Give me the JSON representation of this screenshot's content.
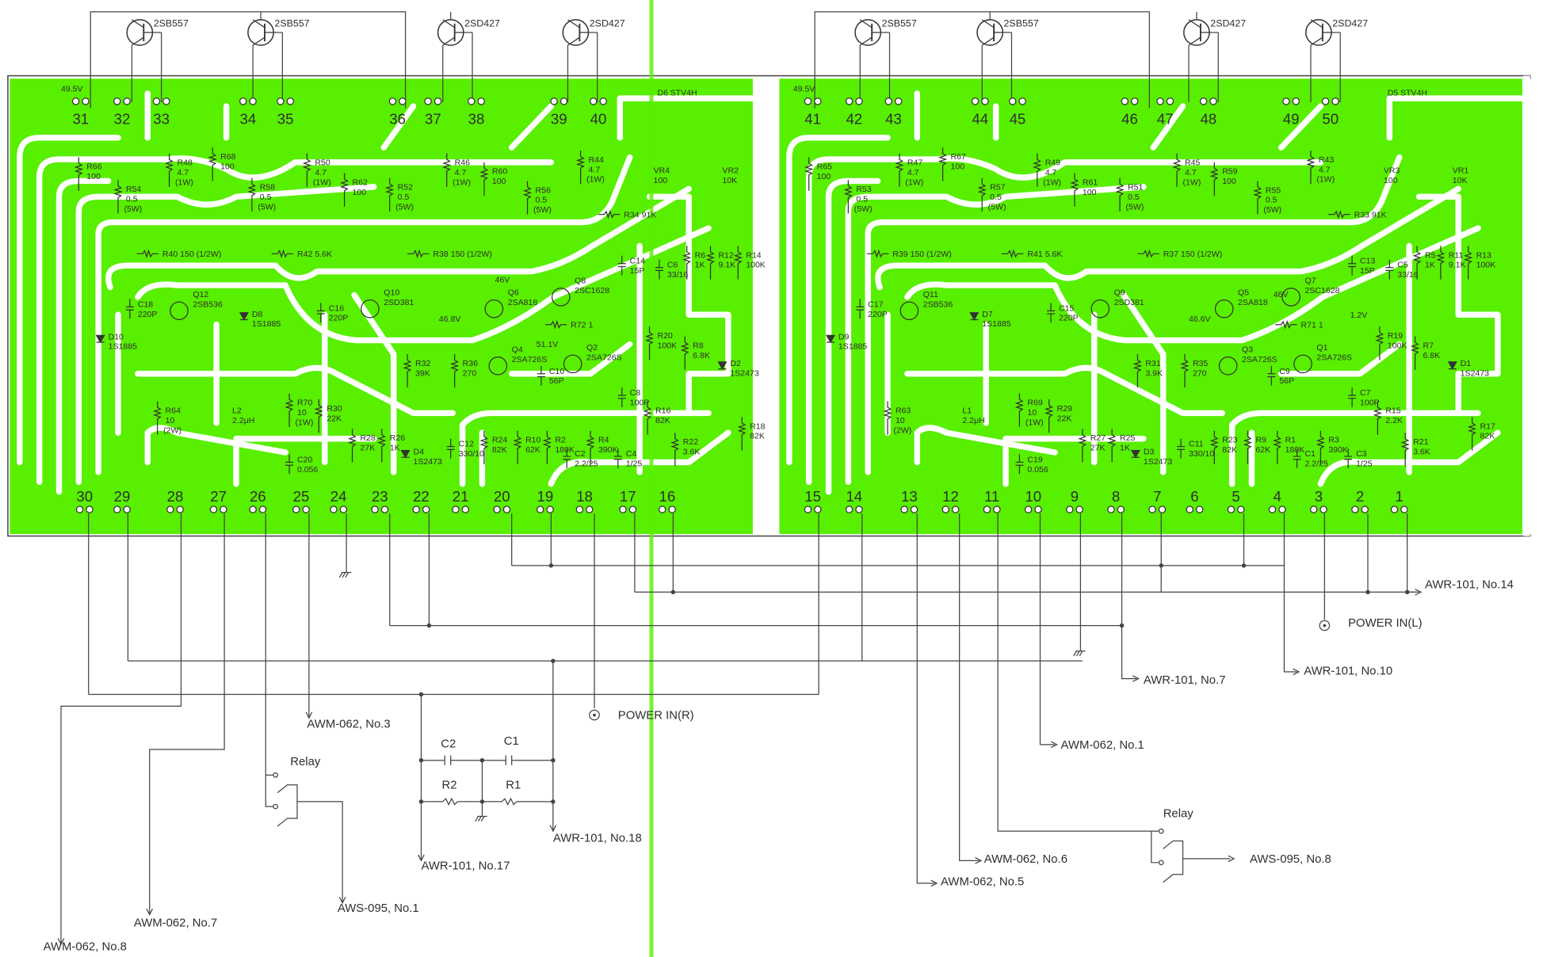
{
  "colors": {
    "copper": "#58ef00",
    "ink": "#333333",
    "board_edge": "#444444"
  },
  "top_transistors": {
    "left": [
      "2SB557",
      "2SB557",
      "2SD427",
      "2SD427"
    ],
    "right": [
      "2SB557",
      "2SB557",
      "2SD427",
      "2SD427"
    ]
  },
  "pins": {
    "top_left": [
      "31",
      "32",
      "33",
      "34",
      "35",
      "36",
      "37",
      "38",
      "39",
      "40"
    ],
    "top_right": [
      "41",
      "42",
      "43",
      "44",
      "45",
      "46",
      "47",
      "48",
      "49",
      "50"
    ],
    "bottom_left": [
      "30",
      "29",
      "28",
      "27",
      "26",
      "25",
      "24",
      "23",
      "22",
      "21",
      "20",
      "19",
      "18",
      "17",
      "16"
    ],
    "bottom_right": [
      "15",
      "14",
      "13",
      "12",
      "11",
      "10",
      "9",
      "8",
      "7",
      "6",
      "5",
      "4",
      "3",
      "2",
      "1"
    ]
  },
  "voltages_left": [
    "49.5V",
    "46V",
    "46.8V",
    "51.1V"
  ],
  "voltages_right": [
    "49.5V",
    "46V",
    "46.6V",
    "1.2V"
  ],
  "components_left": [
    {
      "ref": "R66",
      "value": "100"
    },
    {
      "ref": "R54",
      "value": "0.5",
      "extra": "(5W)"
    },
    {
      "ref": "R48",
      "value": "4.7",
      "extra": "(1W)"
    },
    {
      "ref": "R68",
      "value": "100"
    },
    {
      "ref": "R58",
      "value": "0.5",
      "extra": "(5W)"
    },
    {
      "ref": "R50",
      "value": "4.7",
      "extra": "(1W)"
    },
    {
      "ref": "R62",
      "value": "100"
    },
    {
      "ref": "R52",
      "value": "0.5",
      "extra": "(5W)"
    },
    {
      "ref": "R46",
      "value": "4.7",
      "extra": "(1W)"
    },
    {
      "ref": "R60",
      "value": "100"
    },
    {
      "ref": "R56",
      "value": "0.5",
      "extra": "(5W)"
    },
    {
      "ref": "R44",
      "value": "4.7",
      "extra": "(1W)"
    },
    {
      "ref": "D6",
      "value": "STV4H",
      "inline": true
    },
    {
      "ref": "VR4",
      "value": "100"
    },
    {
      "ref": "VR2",
      "value": "10K"
    },
    {
      "ref": "R34",
      "value": "91K",
      "inline": true
    },
    {
      "ref": "R40",
      "value": "150 (1/2W)",
      "inline": true
    },
    {
      "ref": "R42",
      "value": "5.6K",
      "inline": true
    },
    {
      "ref": "R38",
      "value": "150 (1/2W)",
      "inline": true
    },
    {
      "ref": "C14",
      "value": "15P"
    },
    {
      "ref": "C6",
      "value": "33/16"
    },
    {
      "ref": "R6",
      "value": "1K"
    },
    {
      "ref": "R12",
      "value": "9.1K"
    },
    {
      "ref": "R14",
      "value": "100K"
    },
    {
      "ref": "Q6",
      "value": "2SA818"
    },
    {
      "ref": "Q8",
      "value": "2SC1628"
    },
    {
      "ref": "Q12",
      "value": "2SB536"
    },
    {
      "ref": "C18",
      "value": "220P"
    },
    {
      "ref": "D8",
      "value": "1S1885"
    },
    {
      "ref": "Q10",
      "value": "2SD381"
    },
    {
      "ref": "C16",
      "value": "220P"
    },
    {
      "ref": "D10",
      "value": "1S1885"
    },
    {
      "ref": "R72",
      "value": "1",
      "inline": true
    },
    {
      "ref": "Q4",
      "value": "2SA726S"
    },
    {
      "ref": "Q2",
      "value": "2SA726S"
    },
    {
      "ref": "C10",
      "value": "56P"
    },
    {
      "ref": "R32",
      "value": "39K"
    },
    {
      "ref": "R36",
      "value": "270"
    },
    {
      "ref": "R20",
      "value": "100K"
    },
    {
      "ref": "R8",
      "value": "6.8K"
    },
    {
      "ref": "D2",
      "value": "1S2473"
    },
    {
      "ref": "C8",
      "value": "100P"
    },
    {
      "ref": "R16",
      "value": "82K"
    },
    {
      "ref": "R18",
      "value": "82K"
    },
    {
      "ref": "R64",
      "value": "10",
      "extra": "(2W)"
    },
    {
      "ref": "L2",
      "value": "2.2μH"
    },
    {
      "ref": "R70",
      "value": "10",
      "extra": "(1W)"
    },
    {
      "ref": "C20",
      "value": "0.056"
    },
    {
      "ref": "R30",
      "value": "22K"
    },
    {
      "ref": "R28",
      "value": "27K"
    },
    {
      "ref": "R26",
      "value": "1K"
    },
    {
      "ref": "D4",
      "value": "1S2473"
    },
    {
      "ref": "C12",
      "value": "330/10"
    },
    {
      "ref": "R24",
      "value": "82K"
    },
    {
      "ref": "R10",
      "value": "62K"
    },
    {
      "ref": "R2",
      "value": "180K"
    },
    {
      "ref": "C2",
      "value": "2.2/25"
    },
    {
      "ref": "R4",
      "value": "390K"
    },
    {
      "ref": "C4",
      "value": "1/25"
    },
    {
      "ref": "R22",
      "value": "3.6K"
    }
  ],
  "components_right": [
    {
      "ref": "R65",
      "value": "100"
    },
    {
      "ref": "R53",
      "value": "0.5",
      "extra": "(5W)"
    },
    {
      "ref": "R47",
      "value": "4.7",
      "extra": "(1W)"
    },
    {
      "ref": "R67",
      "value": "100"
    },
    {
      "ref": "R57",
      "value": "0.5",
      "extra": "(5W)"
    },
    {
      "ref": "R49",
      "value": "4.7",
      "extra": "(1W)"
    },
    {
      "ref": "R61",
      "value": "100"
    },
    {
      "ref": "R51",
      "value": "0.5",
      "extra": "(5W)"
    },
    {
      "ref": "R45",
      "value": "4.7",
      "extra": "(1W)"
    },
    {
      "ref": "R59",
      "value": "100"
    },
    {
      "ref": "R55",
      "value": "0.5",
      "extra": "(5W)"
    },
    {
      "ref": "R43",
      "value": "4.7",
      "extra": "(1W)"
    },
    {
      "ref": "D5",
      "value": "STV4H",
      "inline": true
    },
    {
      "ref": "VR3",
      "value": "100"
    },
    {
      "ref": "VR1",
      "value": "10K"
    },
    {
      "ref": "R33",
      "value": "91K",
      "inline": true
    },
    {
      "ref": "R39",
      "value": "150 (1/2W)",
      "inline": true
    },
    {
      "ref": "R41",
      "value": "5.6K",
      "inline": true
    },
    {
      "ref": "R37",
      "value": "150 (1/2W)",
      "inline": true
    },
    {
      "ref": "C13",
      "value": "15P"
    },
    {
      "ref": "C5",
      "value": "33/16"
    },
    {
      "ref": "R5",
      "value": "1K"
    },
    {
      "ref": "R11",
      "value": "9.1K"
    },
    {
      "ref": "R13",
      "value": "100K"
    },
    {
      "ref": "Q5",
      "value": "2SA818"
    },
    {
      "ref": "Q7",
      "value": "2SC1628"
    },
    {
      "ref": "Q11",
      "value": "2SB536"
    },
    {
      "ref": "C17",
      "value": "220P"
    },
    {
      "ref": "D7",
      "value": "1S1885"
    },
    {
      "ref": "Q9",
      "value": "2SD381"
    },
    {
      "ref": "C15",
      "value": "220P"
    },
    {
      "ref": "D9",
      "value": "1S1885"
    },
    {
      "ref": "R71",
      "value": "1",
      "inline": true
    },
    {
      "ref": "Q3",
      "value": "2SA726S"
    },
    {
      "ref": "Q1",
      "value": "2SA726S"
    },
    {
      "ref": "C9",
      "value": "56P"
    },
    {
      "ref": "R31",
      "value": "3.9K"
    },
    {
      "ref": "R35",
      "value": "270"
    },
    {
      "ref": "R19",
      "value": "100K"
    },
    {
      "ref": "R7",
      "value": "6.8K"
    },
    {
      "ref": "D1",
      "value": "1S2473"
    },
    {
      "ref": "C7",
      "value": "100P"
    },
    {
      "ref": "R15",
      "value": "2.2K"
    },
    {
      "ref": "R17",
      "value": "82K"
    },
    {
      "ref": "R63",
      "value": "10",
      "extra": "(2W)"
    },
    {
      "ref": "L1",
      "value": "2.2μH"
    },
    {
      "ref": "R69",
      "value": "10",
      "extra": "(1W)"
    },
    {
      "ref": "C19",
      "value": "0.056"
    },
    {
      "ref": "R29",
      "value": "22K"
    },
    {
      "ref": "R27",
      "value": "27K"
    },
    {
      "ref": "R25",
      "value": "1K"
    },
    {
      "ref": "D3",
      "value": "1S2473"
    },
    {
      "ref": "C11",
      "value": "330/10"
    },
    {
      "ref": "R23",
      "value": "82K"
    },
    {
      "ref": "R9",
      "value": "62K"
    },
    {
      "ref": "R1",
      "value": "180K"
    },
    {
      "ref": "C1",
      "value": "2.2/25"
    },
    {
      "ref": "R3",
      "value": "390K"
    },
    {
      "ref": "C3",
      "value": "1/25"
    },
    {
      "ref": "R21",
      "value": "3.6K"
    }
  ],
  "connections": [
    "AWR-101, No.14",
    "POWER IN(L)",
    "AWR-101, No.7",
    "AWR-101, No.10",
    "AWM-062, No.1",
    "Relay",
    "AWS-095, No.8",
    "AWM-062, No.6",
    "AWM-062, No.5",
    "POWER IN(R)",
    "AWM-062, No.3",
    "Relay",
    "AWR-101, No.18",
    "AWR-101, No.17",
    "AWS-095, No.1",
    "AWM-062, No.7",
    "AWM-062, No.8"
  ],
  "rc_network": {
    "c2": "C2",
    "c1": "C1",
    "r2": "R2",
    "r1": "R1"
  }
}
